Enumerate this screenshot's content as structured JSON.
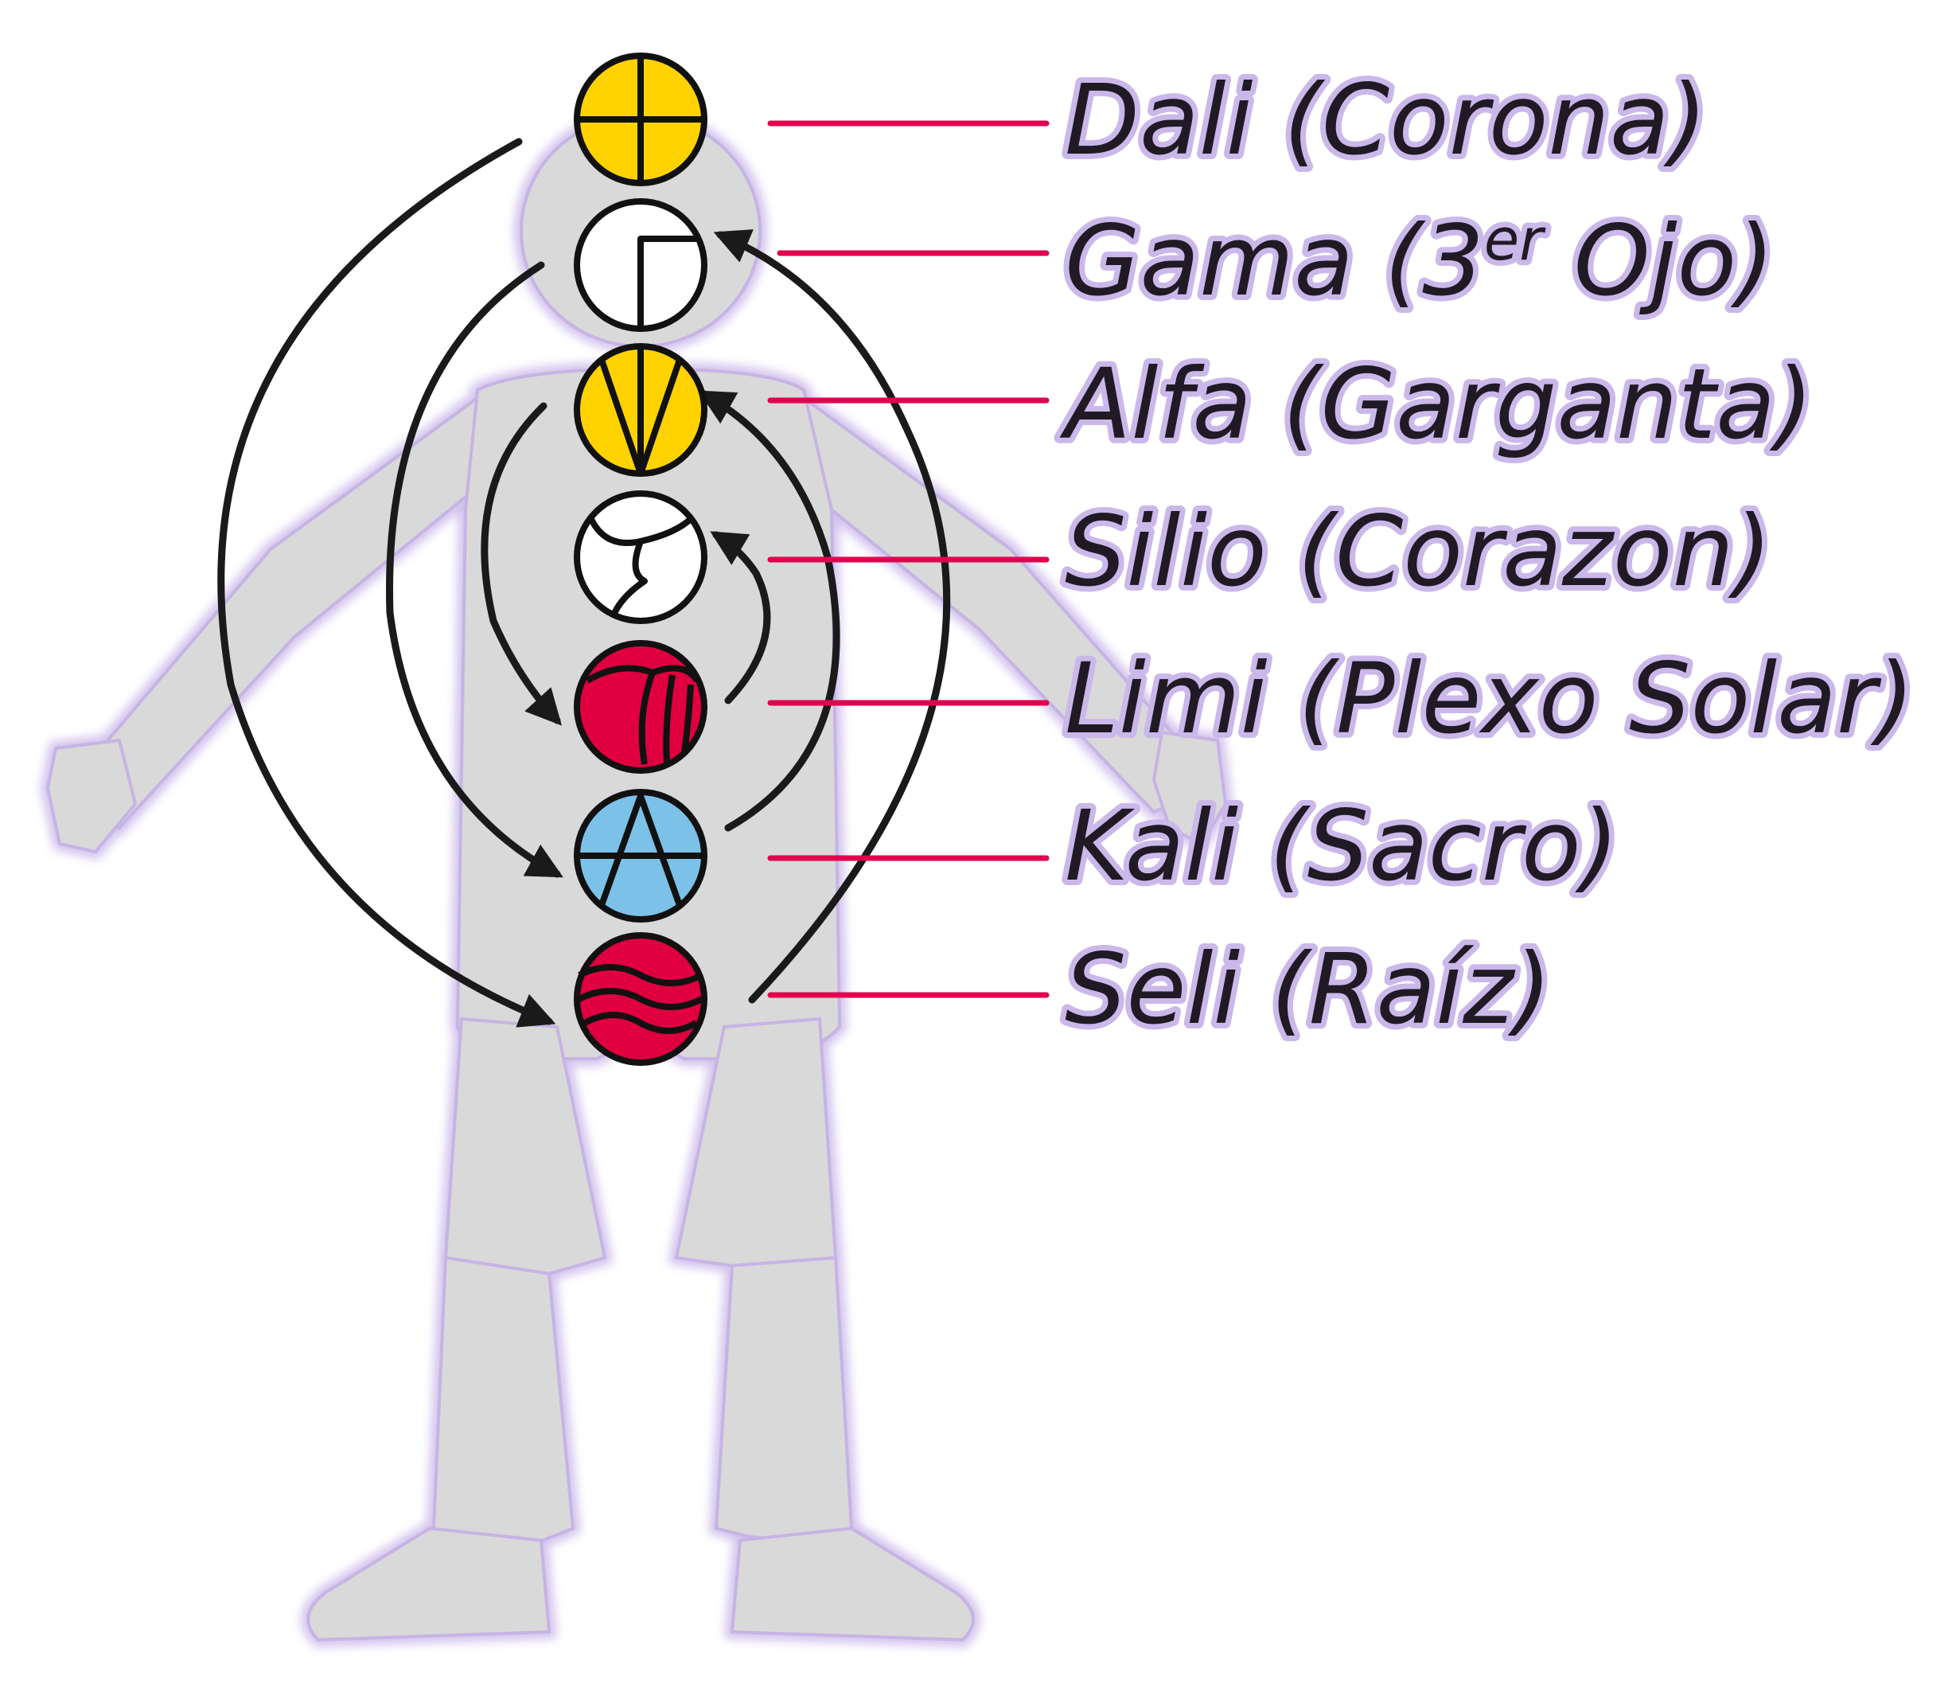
{
  "colors": {
    "body_fill": "#d9d9d9",
    "body_glow": "#cbb8ea",
    "leader_line": "#e0004d",
    "arrow": "#1a1a1a",
    "text": "#1f1a24",
    "yellow": "#ffd200",
    "white": "#ffffff",
    "red": "#e0003f",
    "blue": "#7cc1e8"
  },
  "chakras": [
    {
      "id": "dali",
      "name": "Dali",
      "location": "Corona",
      "color": "yellow",
      "icon": "cross-circle-icon"
    },
    {
      "id": "gama",
      "name": "Gama",
      "location_pre": "3",
      "location_sup": "er",
      "location_post": " Ojo",
      "color": "white",
      "icon": "square-corner-icon"
    },
    {
      "id": "alfa",
      "name": "Alfa",
      "location": "Garganta",
      "color": "yellow",
      "icon": "v-triangle-icon"
    },
    {
      "id": "silio",
      "name": "Silio",
      "location": "Corazon",
      "color": "white",
      "icon": "wave-swirl-icon"
    },
    {
      "id": "limi",
      "name": "Limi",
      "location": "Plexo Solar",
      "color": "red",
      "icon": "curved-stripes-icon"
    },
    {
      "id": "kali",
      "name": "Kali",
      "location": "Sacro",
      "color": "blue",
      "icon": "a-triangle-icon"
    },
    {
      "id": "seli",
      "name": "Seli",
      "location": "Raíz",
      "color": "red",
      "icon": "waves-icon"
    }
  ],
  "labels": {
    "dali": "Dali (Corona)",
    "gama_pre": "Gama (3",
    "gama_sup": "er",
    "gama_post": " Ojo)",
    "alfa": "Alfa (Garganta)",
    "silio": "Silio (Corazon)",
    "limi": "Limi (Plexo Solar)",
    "kali": "Kali (Sacro)",
    "seli": "Seli (Raíz)"
  }
}
